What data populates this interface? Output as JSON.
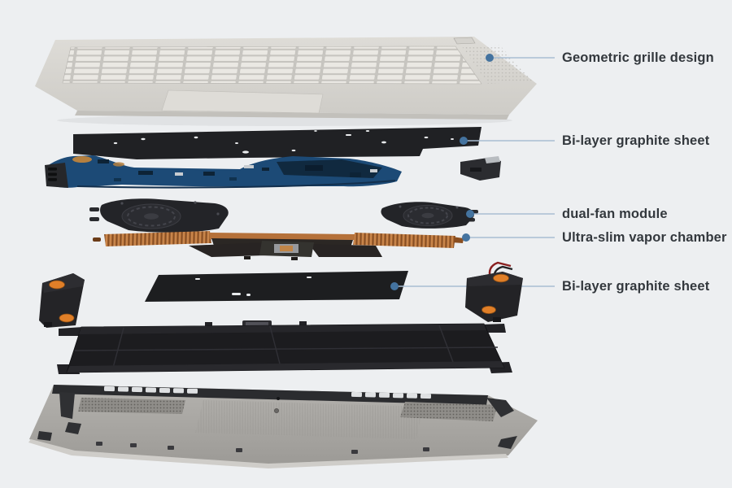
{
  "diagram": {
    "type": "laptop-exploded-view",
    "labels": [
      {
        "text": "Geometric grille design"
      },
      {
        "text": "Bi-layer graphite sheet"
      },
      {
        "text": "dual-fan module"
      },
      {
        "text": "Ultra-slim vapor chamber"
      },
      {
        "text": "Bi-layer graphite sheet"
      }
    ],
    "colors": {
      "background": "#edeff1",
      "callout_dot": "#44739f",
      "callout_line": "#a9bed2",
      "label_text": "#33383d",
      "keyboard_deck": "#d8d6d1",
      "graphite_sheet": "#1f2022",
      "motherboard_blue": "#1c4a76",
      "vapor_chamber_copper": "#b5713a",
      "speaker_grommet_orange": "#e07f28",
      "battery_black": "#1c1c1f",
      "bottom_case_gray": "#a8a6a2"
    }
  }
}
